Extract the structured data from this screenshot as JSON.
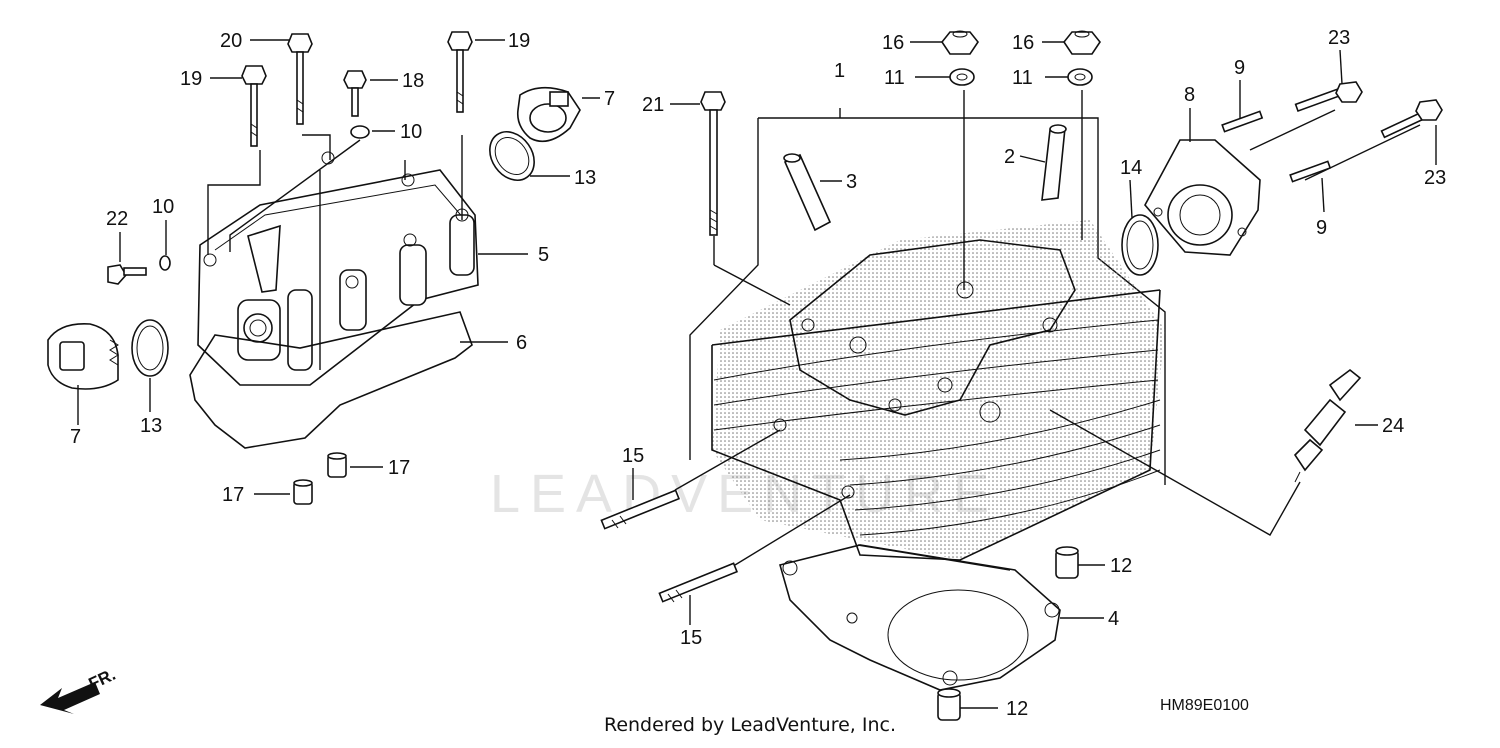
{
  "watermark": "LEADVENTURE",
  "credit": "Rendered by LeadVenture, Inc.",
  "diagram_code": "HM89E0100",
  "direction_label": "FR.",
  "callouts": {
    "c1": "1",
    "c2": "2",
    "c3": "3",
    "c4": "4",
    "c5": "5",
    "c6": "6",
    "c7a": "7",
    "c7b": "7",
    "c8": "8",
    "c9a": "9",
    "c9b": "9",
    "c10a": "10",
    "c10b": "10",
    "c11a": "11",
    "c11b": "11",
    "c12a": "12",
    "c12b": "12",
    "c13a": "13",
    "c13b": "13",
    "c14": "14",
    "c15a": "15",
    "c15b": "15",
    "c16a": "16",
    "c16b": "16",
    "c17a": "17",
    "c17b": "17",
    "c18": "18",
    "c19a": "19",
    "c19b": "19",
    "c20": "20",
    "c21": "21",
    "c22": "22",
    "c23a": "23",
    "c23b": "23",
    "c24": "24"
  }
}
